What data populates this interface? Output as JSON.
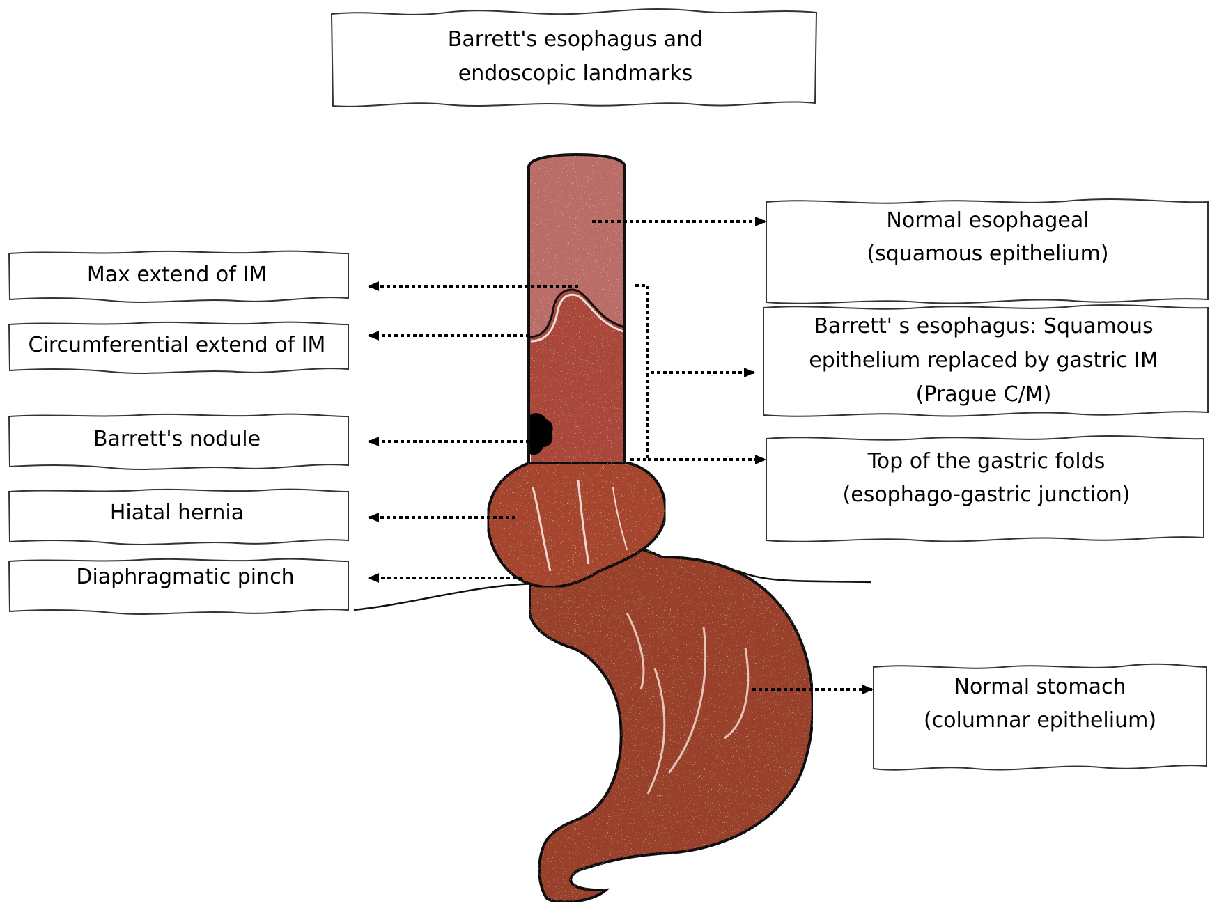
{
  "title": {
    "lines": [
      "Barrett's esophagus and",
      "endoscopic landmarks"
    ]
  },
  "left_labels": [
    {
      "id": "max-extent",
      "lines": [
        "Max extend of IM"
      ]
    },
    {
      "id": "circumferential-extent",
      "lines": [
        "Circumferential extend of IM"
      ]
    },
    {
      "id": "barretts-nodule",
      "lines": [
        "Barrett's nodule"
      ]
    },
    {
      "id": "hiatal-hernia",
      "lines": [
        "Hiatal hernia"
      ]
    },
    {
      "id": "diaphragmatic-pinch",
      "lines": [
        "Diaphragmatic pinch"
      ]
    }
  ],
  "right_labels": [
    {
      "id": "normal-esophageal",
      "lines": [
        "Normal esophageal",
        "(squamous epithelium)"
      ]
    },
    {
      "id": "barretts-esophagus",
      "lines": [
        "Barrett' s esophagus: Squamous",
        "epithelium replaced by gastric IM",
        "(Prague C/M)"
      ]
    },
    {
      "id": "gastric-folds",
      "lines": [
        "Top of the gastric folds",
        "(esophago-gastric junction)"
      ]
    },
    {
      "id": "normal-stomach",
      "lines": [
        "Normal stomach",
        "(columnar epithelium)"
      ]
    }
  ],
  "colors": {
    "squamous": "#b96d66",
    "barrett": "#a9463b",
    "stomach": "#98402b",
    "stomach_light": "#b85a42",
    "outline": "#111111",
    "nodule": "#000000"
  }
}
